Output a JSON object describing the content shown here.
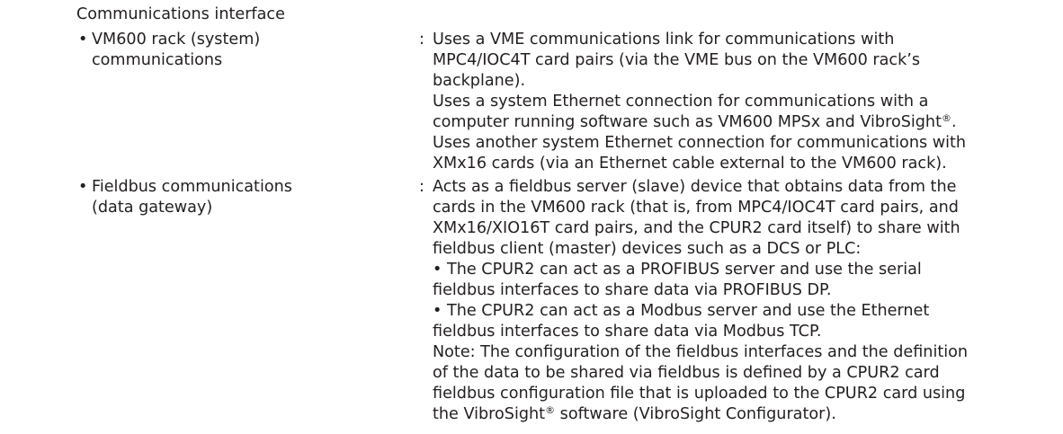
{
  "section_title": "Communications interface",
  "separator": ":",
  "bullet": "•",
  "registered_mark": "®",
  "items": [
    {
      "term_lines": [
        "VM600 rack (system)",
        "communications"
      ],
      "description_lines": [
        "Uses a VME communications link for communications with",
        "MPC4/IOC4T card pairs (via the VME bus on the VM600 rack’s",
        "backplane).",
        "Uses a system Ethernet connection for communications with a",
        "computer running software such as VM600 MPSx and VibroSight",
        "Uses another system Ethernet connection for communications with",
        "XMx16 cards (via an Ethernet cable external to the VM600 rack)."
      ],
      "description_line5_suffix": "."
    },
    {
      "term_lines": [
        "Fieldbus communications",
        "(data gateway)"
      ],
      "description_lines": [
        "Acts as a fieldbus server (slave) device that obtains data from the",
        "cards in the VM600 rack (that is, from MPC4/IOC4T card pairs, and",
        "XMx16/XIO16T card pairs, and the CPUR2 card itself) to share with",
        "fieldbus client (master) devices such as a DCS or PLC:",
        "• The CPUR2 can act as a PROFIBUS server and use the serial",
        "fieldbus interfaces to share data via PROFIBUS DP.",
        "• The CPUR2 can act as a Modbus server and use the Ethernet",
        "fieldbus interfaces to share data via Modbus TCP.",
        "Note: The configuration of the fieldbus interfaces and the definition",
        "of the data to be shared via fieldbus is defined by a CPUR2 card",
        "fieldbus configuration file that is uploaded to the CPUR2 card using",
        "the VibroSight",
        "software (VibroSight Configurator)."
      ]
    }
  ]
}
